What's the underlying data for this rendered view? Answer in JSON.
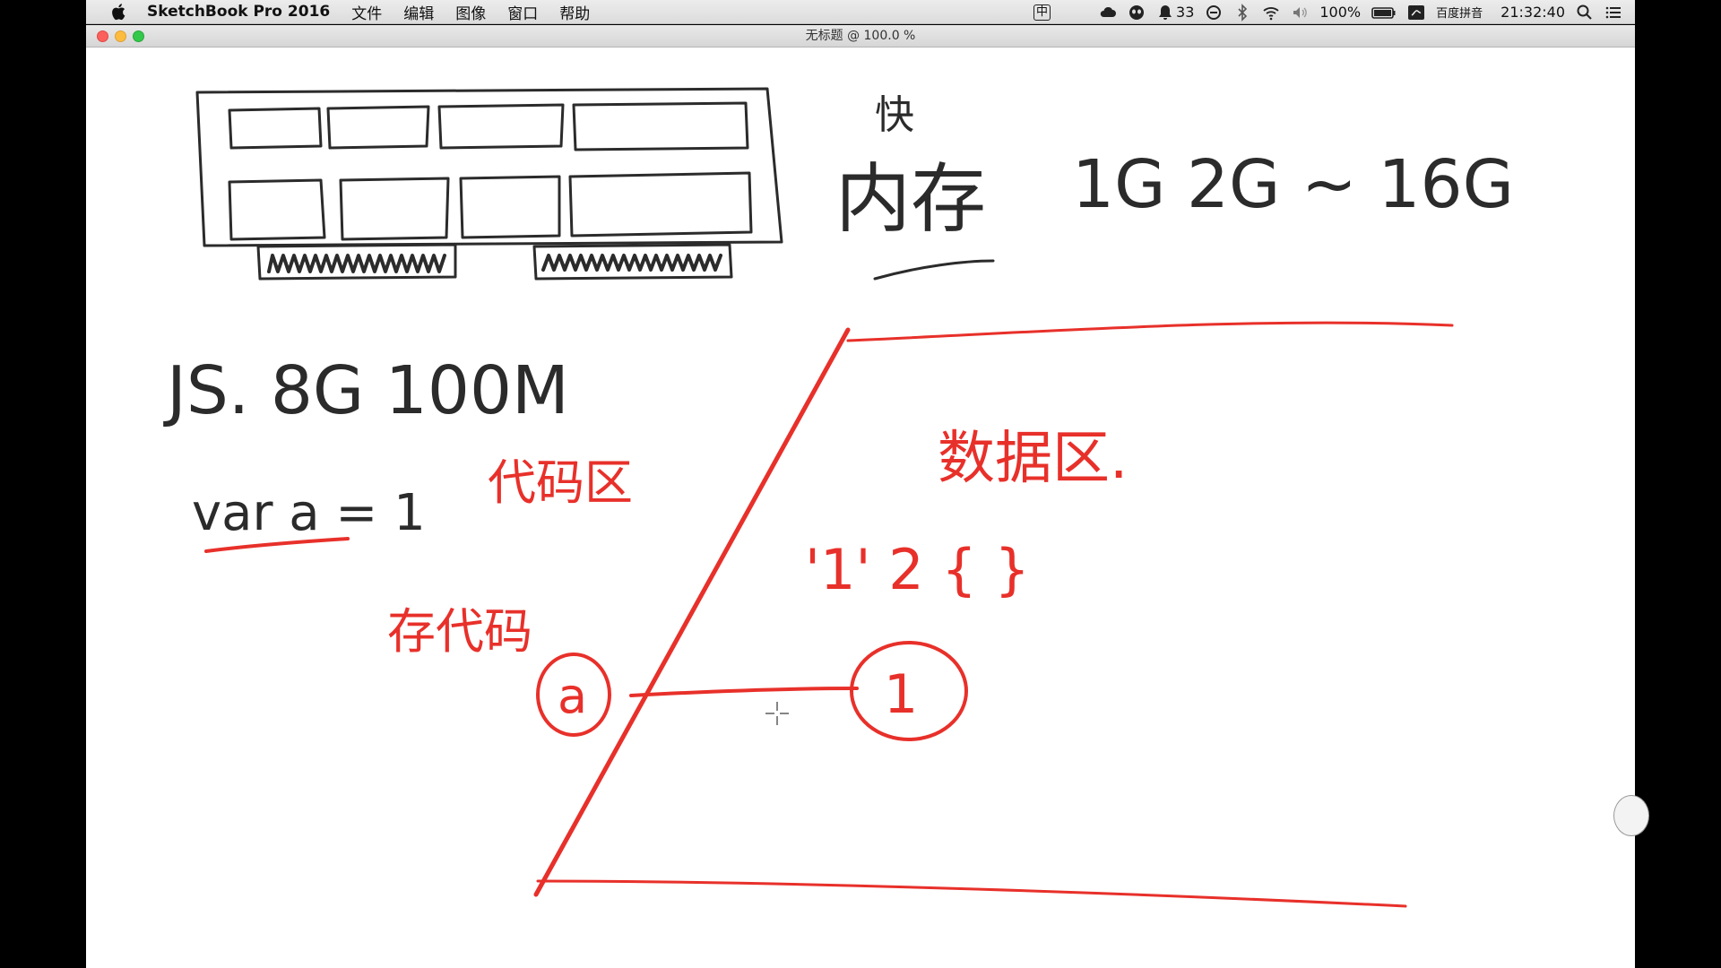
{
  "menubar": {
    "app_name": "SketchBook Pro 2016",
    "items": [
      {
        "label": "文件"
      },
      {
        "label": "编辑"
      },
      {
        "label": "图像"
      },
      {
        "label": "窗口"
      },
      {
        "label": "帮助"
      }
    ],
    "ime_indicator": "中",
    "notification_count": "33",
    "battery_percent": "100%",
    "input_method": "百度拼音",
    "clock": "21:32:40"
  },
  "window": {
    "title": "无标题 @ 100.0 %"
  },
  "sketch": {
    "ink_color": "#2b2b2b",
    "annotation_color": "#e8302a",
    "texts": {
      "fast": "快",
      "memory": "内存",
      "sizes": "1G   2G ~ 16G",
      "js_limits": "JS. 8G  100M",
      "var_decl": "var  a = 1",
      "code_area": "代码区",
      "store_code": "存代码",
      "data_area": "数据区.",
      "data_values": "'1'   2   { }",
      "ref_var": "a",
      "ref_value": "1"
    }
  }
}
